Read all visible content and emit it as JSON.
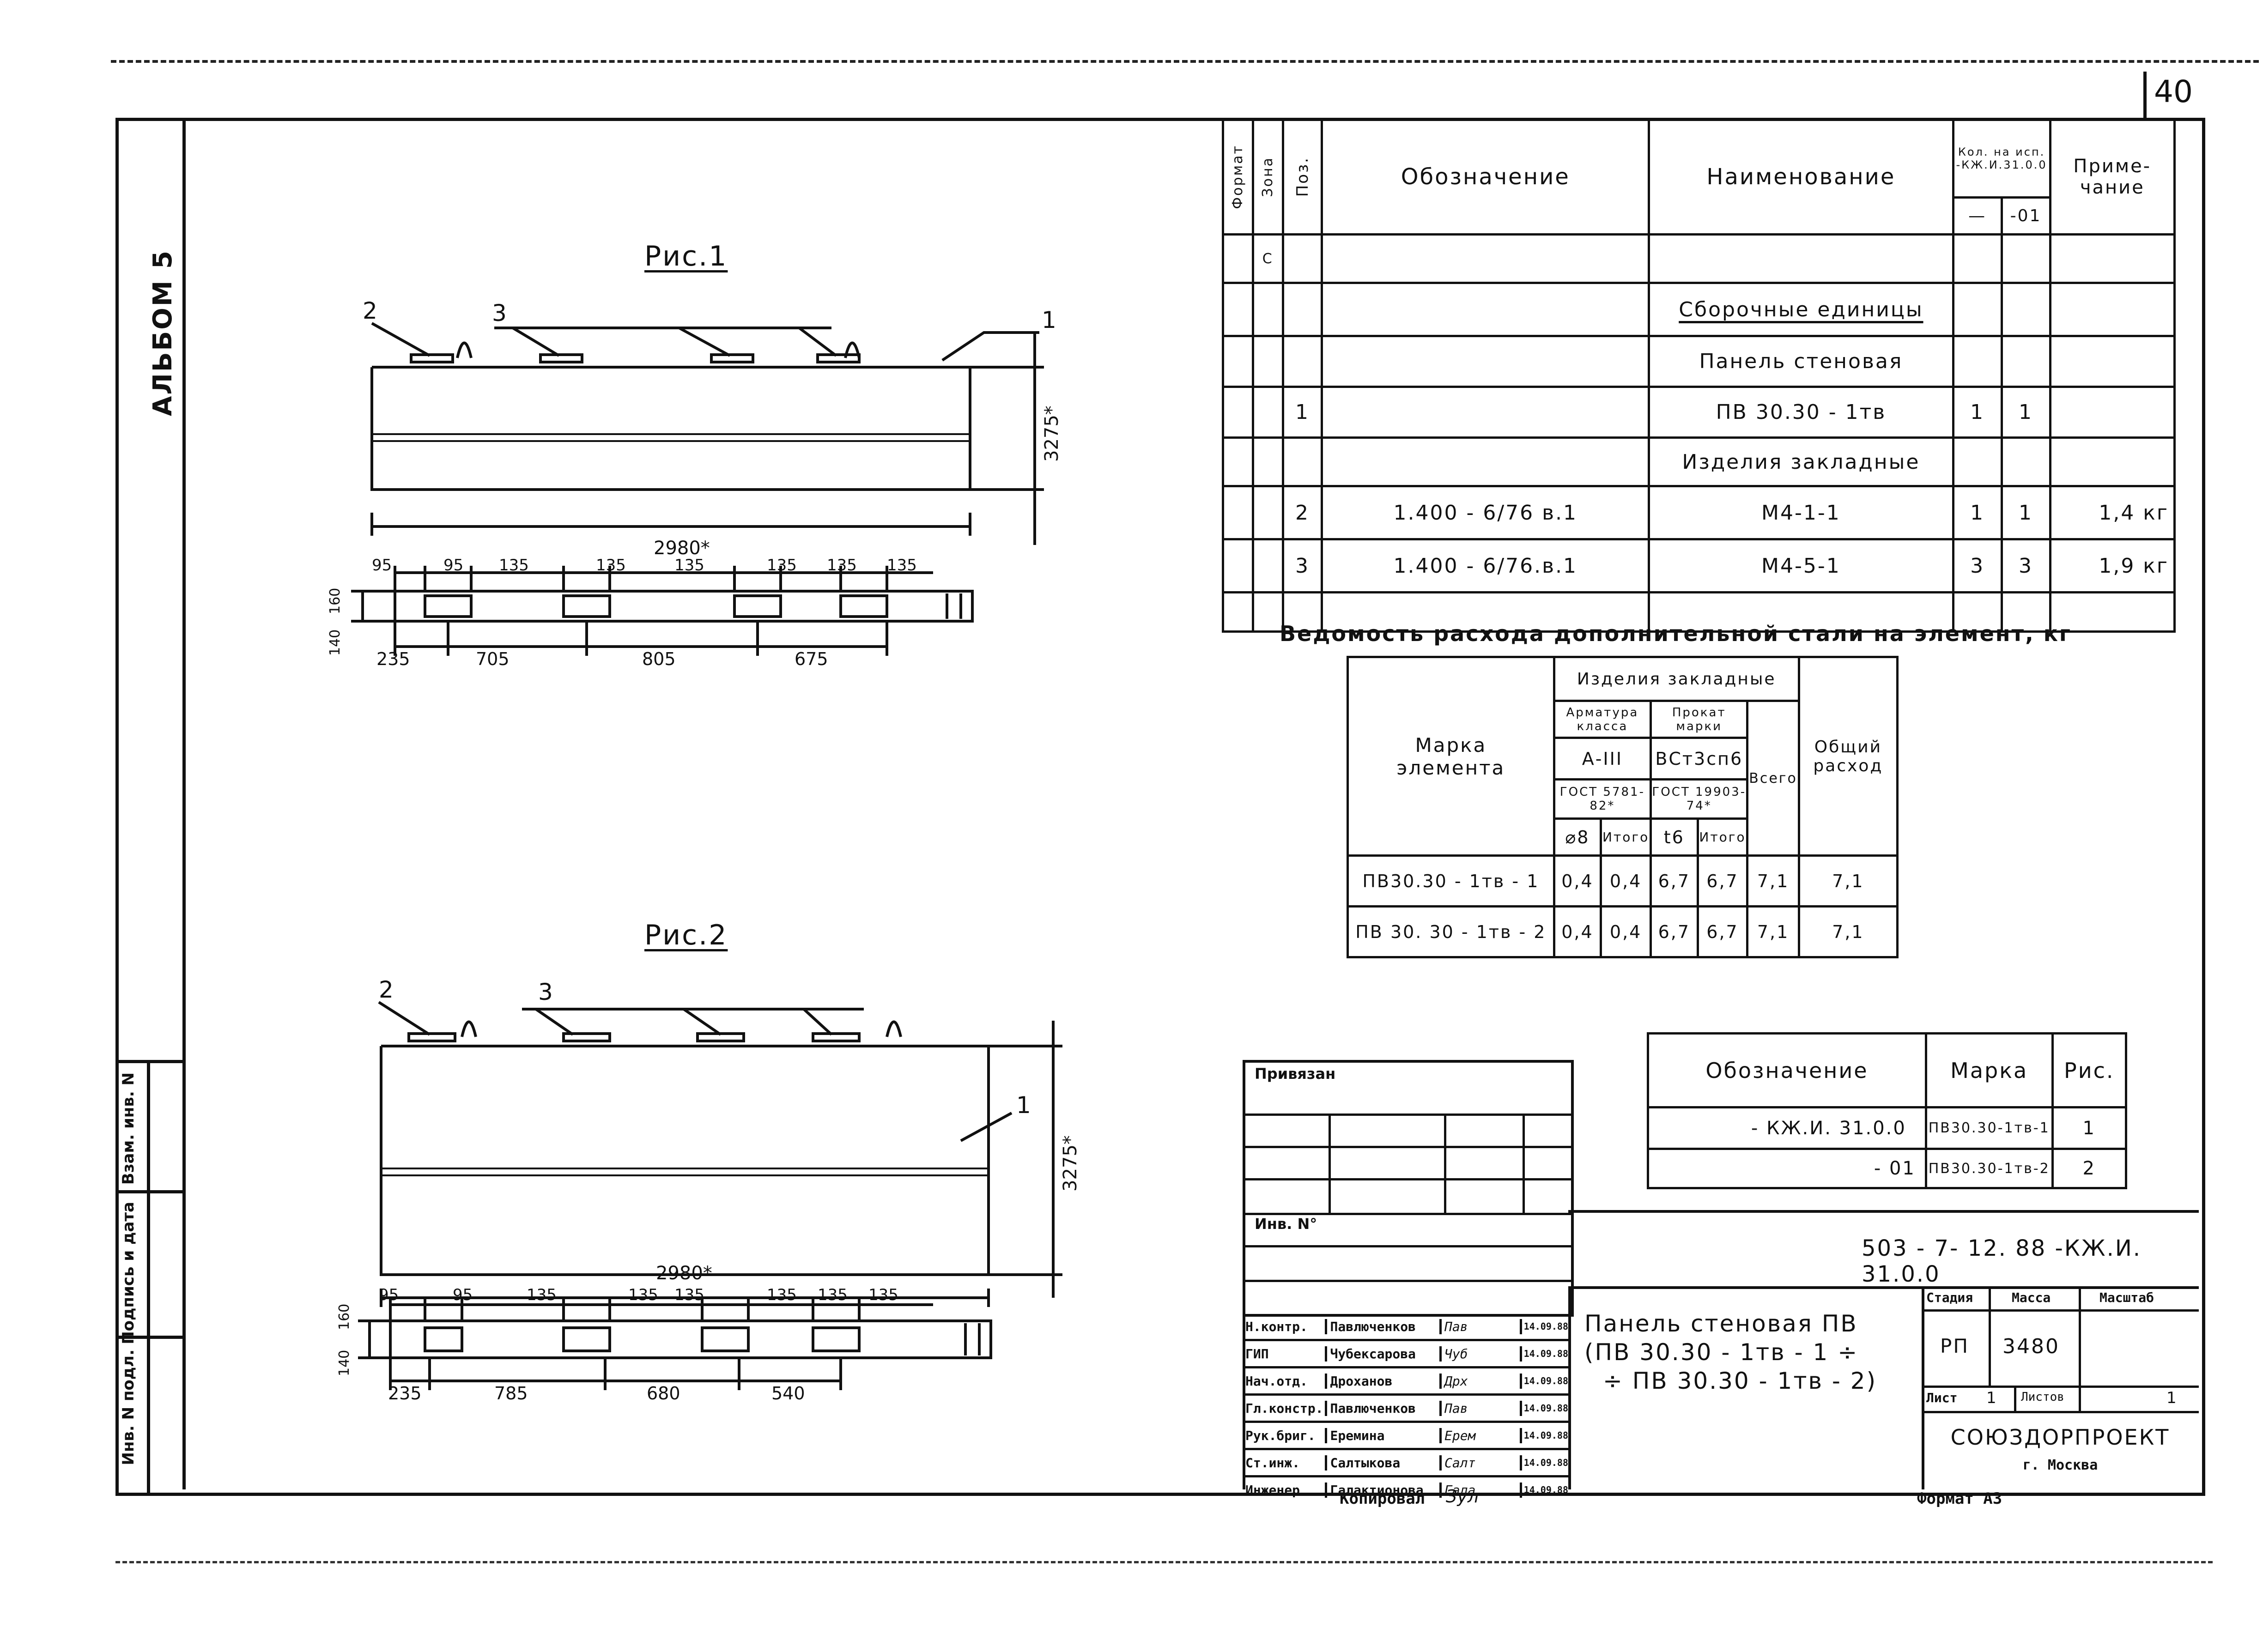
{
  "sheet": {
    "page_number": "40",
    "album": "АЛЬБОМ 5",
    "format": "Формат А3",
    "copied_by": "Копировал",
    "copied_sign": "Зул"
  },
  "side_stamp": {
    "rows": [
      "Взам. инв. N",
      "Подпись и дата",
      "Инв. N подл."
    ]
  },
  "figures": {
    "fig1": {
      "title": "Рис.1",
      "callouts": [
        "2",
        "3",
        "1"
      ],
      "height_dim": "3275*",
      "width_dim": "2980*",
      "top_dims": [
        "95",
        "95",
        "135",
        "135",
        "135",
        "135",
        "135",
        "135"
      ],
      "bottom_dims": [
        "235",
        "705",
        "805",
        "675"
      ],
      "side_dims": [
        "160",
        "140"
      ]
    },
    "fig2": {
      "title": "Рис.2",
      "callouts": [
        "2",
        "3",
        "1"
      ],
      "height_dim": "3275*",
      "width_dim": "2980*",
      "top_dims": [
        "95",
        "95",
        "135",
        "135",
        "135",
        "135",
        "135",
        "135"
      ],
      "bottom_dims": [
        "235",
        "785",
        "680",
        "540"
      ],
      "side_dims": [
        "160",
        "140"
      ]
    }
  },
  "spec": {
    "headers": {
      "format": "Формат",
      "zone": "Зона",
      "pos": "Поз.",
      "designation": "Обозначение",
      "name": "Наименование",
      "qty_title": "Кол. на исп. -КЖ.И.31.0.0",
      "qty_a": "—",
      "qty_b": "-01",
      "note": "Приме-чание"
    },
    "rows": [
      {
        "format": "",
        "zone": "С",
        "pos": "",
        "designation": "",
        "name": "",
        "qa": "",
        "qb": "",
        "note": ""
      },
      {
        "format": "",
        "zone": "",
        "pos": "",
        "designation": "",
        "name": "Сборочные единицы",
        "qa": "",
        "qb": "",
        "note": ""
      },
      {
        "format": "",
        "zone": "",
        "pos": "",
        "designation": "",
        "name": "Панель стеновая",
        "qa": "",
        "qb": "",
        "note": ""
      },
      {
        "format": "",
        "zone": "",
        "pos": "1",
        "designation": "",
        "name": "ПВ 30.30 - 1тв",
        "qa": "1",
        "qb": "1",
        "note": ""
      },
      {
        "format": "",
        "zone": "",
        "pos": "",
        "designation": "",
        "name": "Изделия закладные",
        "qa": "",
        "qb": "",
        "note": ""
      },
      {
        "format": "",
        "zone": "",
        "pos": "2",
        "designation": "1.400 - 6/76 в.1",
        "name": "М4-1-1",
        "qa": "1",
        "qb": "1",
        "note": "1,4 кг"
      },
      {
        "format": "",
        "zone": "",
        "pos": "3",
        "designation": "1.400 - 6/76.в.1",
        "name": "М4-5-1",
        "qa": "3",
        "qb": "3",
        "note": "1,9 кг"
      },
      {
        "format": "",
        "zone": "",
        "pos": "",
        "designation": "",
        "name": "",
        "qa": "",
        "qb": "",
        "note": ""
      }
    ]
  },
  "steel": {
    "title": "Ведомость расхода дополнительной стали на элемент, кг",
    "h_mark": "Марка элемента",
    "h_embedded": "Изделия закладные",
    "h_rebar": "Арматура класса",
    "h_rolled": "Прокат марки",
    "h_rebar_class": "А-III",
    "h_rolled_grade": "ВСт3сп6",
    "h_gost1": "ГОСТ 5781-82*",
    "h_gost2": "ГОСТ 19903-74*",
    "h_d8": "⌀8",
    "h_total1": "Итого",
    "h_t6": "t6",
    "h_total2": "Итого",
    "h_all": "Всего",
    "h_overall": "Общий расход",
    "rows": [
      {
        "mark": "ПВ30.30 - 1тв - 1",
        "d8": "0,4",
        "t1": "0,4",
        "t6": "6,7",
        "t2": "6,7",
        "all": "7,1",
        "overall": "7,1"
      },
      {
        "mark": "ПВ 30. 30 - 1тв - 2",
        "d8": "0,4",
        "t1": "0,4",
        "t6": "6,7",
        "t2": "6,7",
        "all": "7,1",
        "overall": "7,1"
      }
    ]
  },
  "variants": {
    "h_designation": "Обозначение",
    "h_mark": "Марка",
    "h_fig": "Рис.",
    "rows": [
      {
        "designation": "- КЖ.И. 31.0.0",
        "mark": "ПВ30.30-1тв-1",
        "fig": "1"
      },
      {
        "designation": "- 01",
        "mark": "ПВ30.30-1тв-2",
        "fig": "2"
      }
    ]
  },
  "binding": {
    "linked": "Привязан",
    "inv": "Инв. N°"
  },
  "title_block": {
    "doc_code": "503 - 7- 12. 88 -КЖ.И. 31.0.0",
    "title_line1": "Панель стеновая ПВ",
    "title_line2": "(ПВ 30.30 - 1тв - 1 ÷",
    "title_line3": "÷ ПВ 30.30 - 1тв - 2)",
    "stage_h": "Стадия",
    "mass_h": "Масса",
    "scale_h": "Масштаб",
    "stage": "РП",
    "mass": "3480",
    "sheet_h": "Лист",
    "sheet": "1",
    "sheets_h": "Листов",
    "sheets": "1",
    "org": "СОЮЗДОРПРОЕКТ",
    "city": "г. Москва",
    "signers": [
      {
        "role": "Н.контр.",
        "name": "Павлюченков",
        "sign": "Пав",
        "date": "14.09.88"
      },
      {
        "role": "ГИП",
        "name": "Чубексарова",
        "sign": "Чуб",
        "date": "14.09.88"
      },
      {
        "role": "Нач.отд.",
        "name": "Дроханов",
        "sign": "Дрх",
        "date": "14.09.88"
      },
      {
        "role": "Гл.констр.",
        "name": "Павлюченков",
        "sign": "Пав",
        "date": "14.09.88"
      },
      {
        "role": "Рук.бриг.",
        "name": "Еремина",
        "sign": "Ерем",
        "date": "14.09.88"
      },
      {
        "role": "Ст.инж.",
        "name": "Салтыкова",
        "sign": "Салт",
        "date": "14.09.88"
      },
      {
        "role": "Инженер",
        "name": "Галактионова",
        "sign": "Гала",
        "date": "14.09.88"
      }
    ]
  }
}
